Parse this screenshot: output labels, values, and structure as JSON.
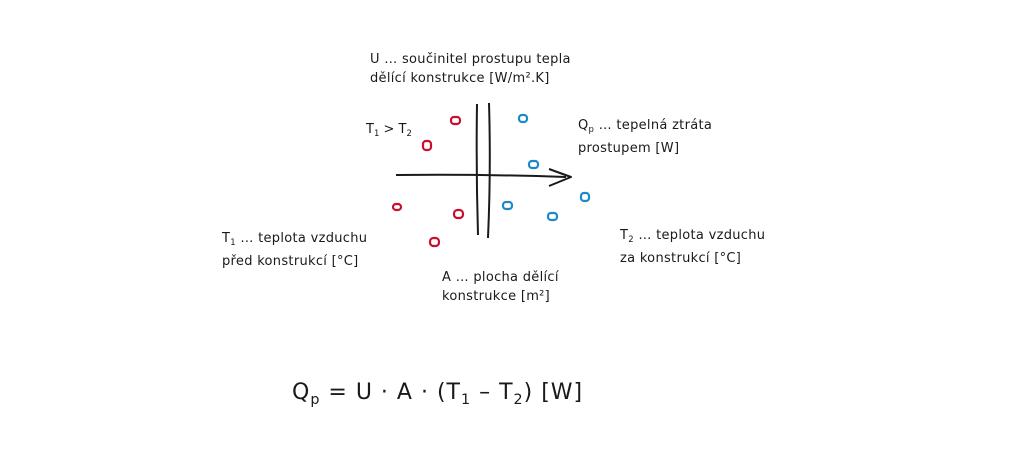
{
  "labels": {
    "u_line1": "U … součinitel prostupu tepla",
    "u_line2": "dělící konstrukce [W/m².K]",
    "qp_sym": "Q",
    "qp_sub": "p",
    "qp_line1_rest": " … tepelná ztráta",
    "qp_line2": "prostupem [W]",
    "t1_sym": "T",
    "t1_sub": "1",
    "t1_line1_rest": " … teplota vzduchu",
    "t1_line2": "před konstrukcí [°C]",
    "t2_sym": "T",
    "t2_sub": "2",
    "t2_line1_rest": " … teplota vzduchu",
    "t2_line2": "za konstrukcí [°C]",
    "a_line1": "A … plocha dělící",
    "a_line2": "konstrukce [m²]"
  },
  "inequality": {
    "left_sym": "T",
    "left_sub": "1",
    "op": " > ",
    "right_sym": "T",
    "right_sub": "2"
  },
  "formula": {
    "lhs_sym": "Q",
    "lhs_sub": "p",
    "part1": " = U · A · (T",
    "sub1": "1",
    "part2": " – T",
    "sub2": "2",
    "part3": ") [W]"
  },
  "colors": {
    "warm": "#c8102e",
    "cold": "#1e88c8",
    "ink": "#1a1a1a"
  }
}
